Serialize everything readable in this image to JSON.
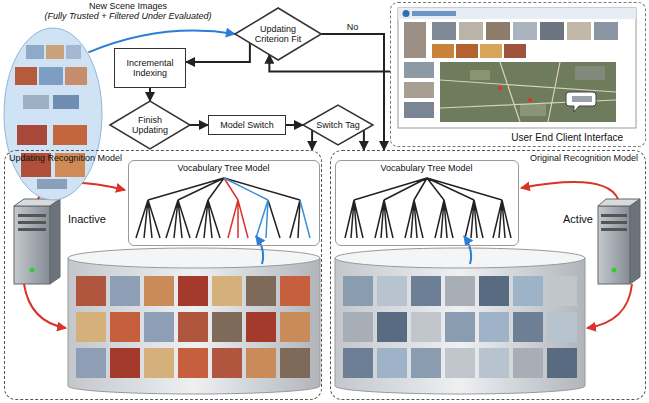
{
  "diagram": {
    "nodes": [
      {
        "text": [
          "New Scene Images",
          "(Fully Trusted + Filtered Under Evaluated)"
        ]
      },
      {
        "text": [
          "Updating Criterion Fit"
        ]
      },
      {
        "text": [
          "Incremental Indexing"
        ]
      },
      {
        "text": [
          "Finish Updating"
        ]
      },
      {
        "text": [
          "Model Switch"
        ]
      },
      {
        "text": [
          "Switch Tag"
        ]
      },
      {
        "text": [
          "User End Client Interface"
        ]
      },
      {
        "text": [
          "Updating Recognition Model"
        ]
      },
      {
        "text": [
          "Vocabulary Tree Model"
        ],
        "in": 7
      },
      {
        "text": [
          "Original Recognition Model"
        ]
      },
      {
        "text": [
          "Vocabulary Tree Model"
        ],
        "in": 9
      }
    ],
    "edges": [
      {
        "from": 0,
        "to": 1,
        "arrow": "to"
      },
      {
        "from": 1,
        "to": 2,
        "arrow": "to"
      },
      {
        "from": 2,
        "to": 3,
        "arrow": "to"
      },
      {
        "from": 3,
        "to": 4,
        "arrow": "to"
      },
      {
        "from": 4,
        "to": 5,
        "arrow": "to"
      },
      {
        "from": 5,
        "to": 7,
        "arrow": "to"
      },
      {
        "from": 5,
        "to": 9,
        "arrow": "to"
      },
      {
        "from": 1,
        "to": 9,
        "label": "No",
        "arrow": "to"
      },
      {
        "from": 6,
        "to": 1,
        "arrow": "to"
      }
    ],
    "labels": [
      "Inactive",
      "Active"
    ]
  }
}
